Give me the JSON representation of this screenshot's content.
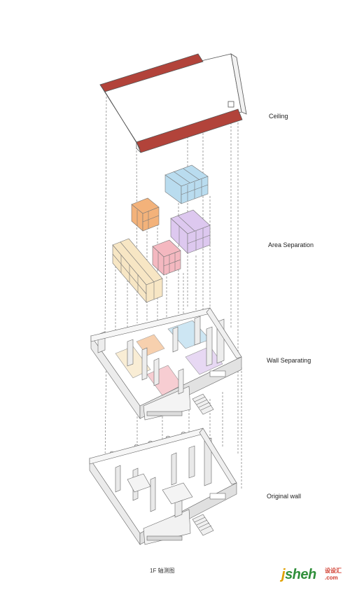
{
  "labels": {
    "ceiling": "Ceiling",
    "area_separation": "Area Separation",
    "wall_separating": "Wall Separating",
    "original_wall": "Original wall"
  },
  "caption": "1F 轴测图",
  "watermark": {
    "text_main_prefix": "j",
    "text_main_rest": "sheh",
    "text_cn": "设设汇",
    "text_com": ".com"
  },
  "colors": {
    "ceiling_band": "#b2433a",
    "area_blue": "#b9dcef",
    "area_orange": "#f3b27a",
    "area_purple": "#ddc8ef",
    "area_pink": "#f4b8c0",
    "area_cream": "#f7e6c4",
    "line": "#555555"
  }
}
